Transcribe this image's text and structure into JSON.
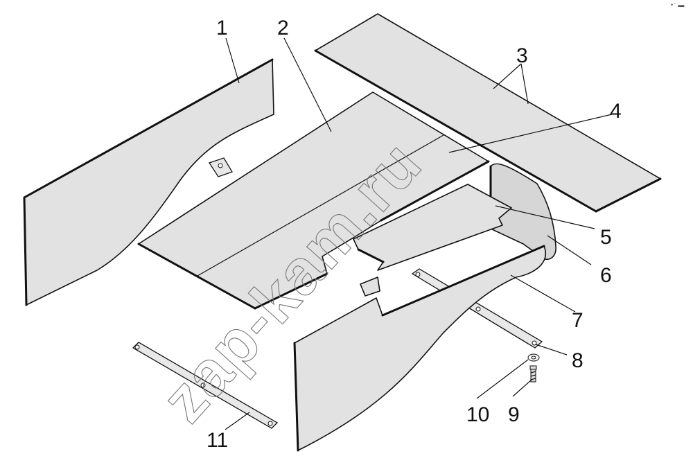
{
  "callouts": [
    "1",
    "2",
    "3",
    "4",
    "5",
    "6",
    "7",
    "8",
    "9",
    "10",
    "11"
  ],
  "watermark": "zap-kam.ru",
  "corner_mark": "•⁻ ▬"
}
